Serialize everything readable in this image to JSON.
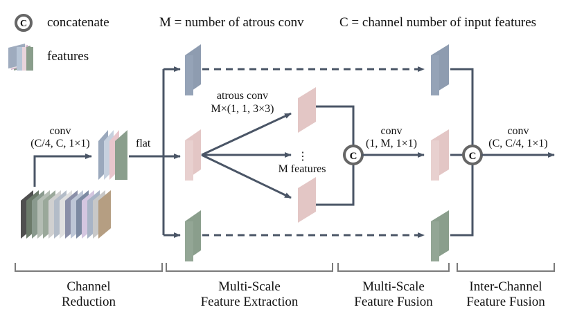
{
  "legend": {
    "concat_symbol": "C",
    "concat_label": "concatenate",
    "features_label": "features",
    "m_definition": "M = number of atrous conv",
    "c_definition": "C = channel number of input features"
  },
  "labels": {
    "conv_reduce_line1": "conv",
    "conv_reduce_line2": "(C/4, C, 1×1)",
    "flat": "flat",
    "atrous_line1": "atrous conv",
    "atrous_line2": "M×(1, 1, 3×3)",
    "ellipsis": "⋮",
    "m_features": "M features",
    "conv_fuse_line1": "conv",
    "conv_fuse_line2": "(1, M, 1×1)",
    "conv_out_line1": "conv",
    "conv_out_line2": "(C, C/4, 1×1)",
    "concat_symbol_1": "C",
    "concat_symbol_2": "C"
  },
  "sections": [
    {
      "line1": "Channel",
      "line2": "Reduction"
    },
    {
      "line1": "Multi-Scale",
      "line2": "Feature Extraction"
    },
    {
      "line1": "Multi-Scale",
      "line2": "Feature Fusion"
    },
    {
      "line1": "Inter-Channel",
      "line2": "Feature Fusion"
    }
  ],
  "colors": {
    "line": "#4a5566",
    "blue_gray": "#8e9cb0",
    "pink": "#e3c6c5",
    "green": "#8a9e8c",
    "bracket": "#7a7a7a"
  }
}
